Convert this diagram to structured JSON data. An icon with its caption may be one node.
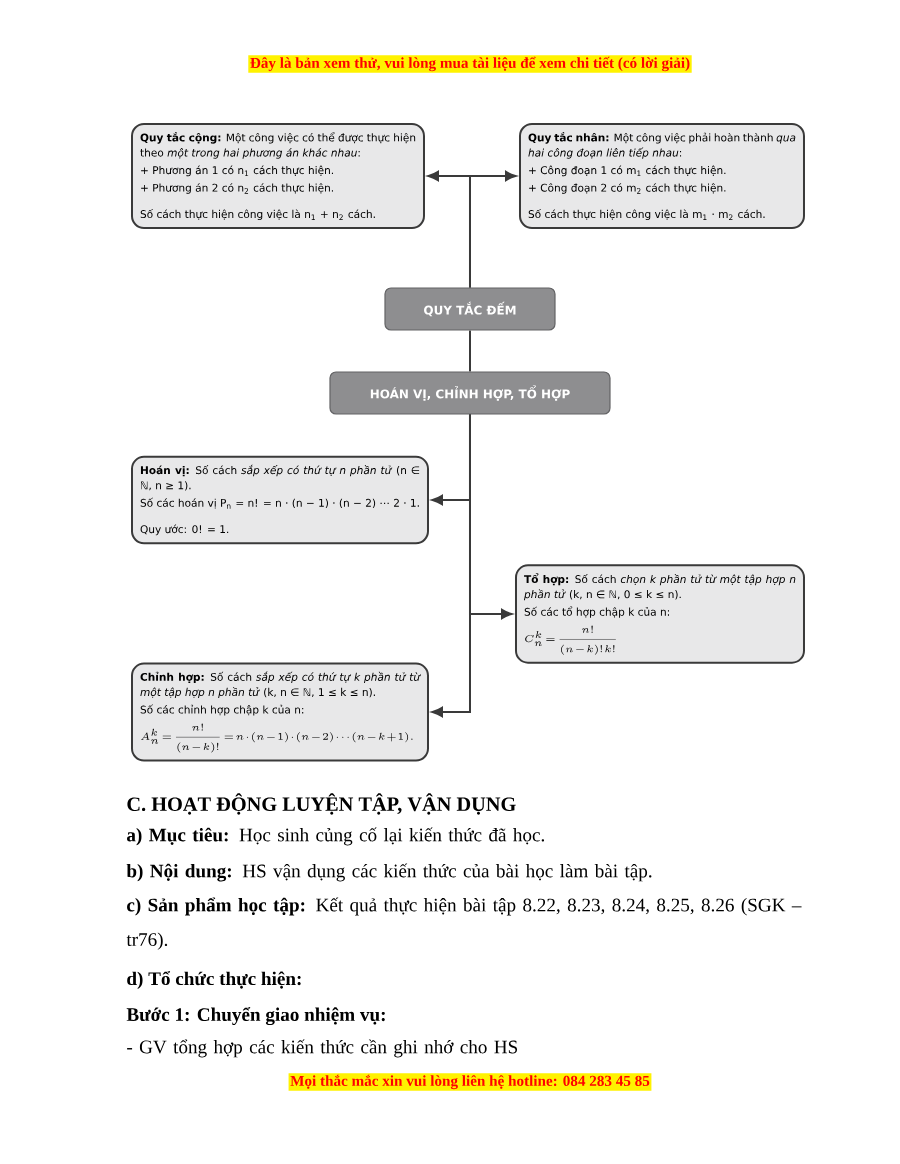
{
  "diagram": {
    "nodes": [
      {
        "text": [
          "**Quy tắc cộng:** Một công việc có thể được thực hiện theo *một trong hai phương án khác nhau*:",
          "+ Phương án 1 có n$_{1}$ cách thực hiện.",
          "+ Phương án 2 có n$_{2}$ cách thực hiện.",
          "Số cách thực hiện công việc là n$_{1}$ + n$_{2}$ cách."
        ]
      },
      {
        "text": [
          "**Quy tắc nhân:** Một công việc phải hoàn thành *qua hai công đoạn liên tiếp nhau*:",
          "+ Công đoạn 1 có m$_{1}$ cách thực hiện.",
          "+ Công đoạn 2 có m$_{2}$ cách thực hiện.",
          "Số cách thực hiện công việc là m$_{1}$ · m$_{2}$ cách."
        ]
      },
      {
        "text": [
          "QUY TẮC ĐẾM"
        ]
      },
      {
        "text": [
          "HOÁN VỊ, CHỈNH HỢP, TỔ HỢP"
        ]
      },
      {
        "text": [
          "**Hoán vị:** Số cách *sắp xếp có thứ tự n phần tử* (n ∈ ℕ, n ≥ 1).",
          "Số các hoán vị P$_{n}$ = n! = n · (n − 1) · (n − 2) ⋯ 2 · 1.",
          "Quy ước: 0! = 1."
        ]
      },
      {
        "text": [
          "**Tổ hợp:** Số cách *chọn k phần tử từ một tập hợp n phần tử* (k, n ∈ ℕ, 0 ≤ k ≤ n).",
          "Số các tổ hợp chập k của n:",
          "C_n^k=\\dfrac{n!}{(n-k)!\\,k!}"
        ]
      },
      {
        "text": [
          "**Chỉnh hợp:** Số cách *sắp xếp có thứ tự k phần tử từ một tập hợp n phần tử* (k, n ∈ ℕ, 1 ≤ k ≤ n).",
          "Số các chỉnh hợp chập k của n:",
          "A_n^k=\\dfrac{n!}{(n-k)!}=n\\cdot(n-1)\\cdot(n-2)\\cdots(n-k+1)."
        ]
      }
    ],
    "edges": [
      {
        "from": 2,
        "to": 0,
        "arrow": "to"
      },
      {
        "from": 2,
        "to": 1,
        "arrow": "to"
      },
      {
        "from": 2,
        "to": 3,
        "arrow": "none"
      },
      {
        "from": 3,
        "to": 4,
        "arrow": "to"
      },
      {
        "from": 3,
        "to": 5,
        "arrow": "to"
      },
      {
        "from": 3,
        "to": 6,
        "arrow": "to"
      }
    ],
    "labels": [
      "Đây là bản xem thử, vui lòng mua tài liệu để xem chi tiết (có lời giải)",
      "C. HOẠT ĐỘNG LUYỆN TẬP, VẬN DỤNG",
      "**a) Mục tiêu:** Học sinh củng cố lại kiến thức đã học.",
      "**b) Nội dung:** HS vận dụng các kiến thức của bài học làm bài tập.",
      "**c) Sản phẩm học tập:** Kết quả thực hiện bài tập 8.22, 8.23, 8.24, 8.25, 8.26 (SGK – tr76).",
      "d) Tổ chức thực hiện:",
      "Bước 1: Chuyển giao nhiệm vụ:",
      "- GV tổng hợp các kiến thức cần ghi nhớ cho HS",
      "Mọi thắc mắc xin vui lòng liên hệ hotline: 084 283 45 85"
    ]
  }
}
